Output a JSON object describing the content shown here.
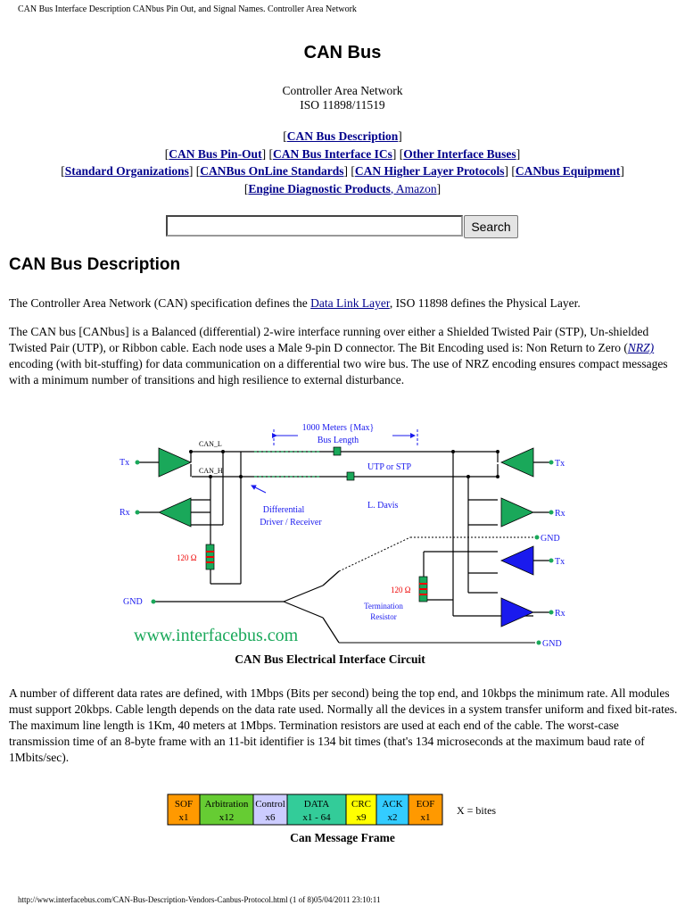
{
  "print_header": "CAN Bus Interface Description CANbus Pin Out, and Signal Names. Controller Area Network",
  "title": "CAN Bus",
  "subtitle_line1": "Controller Area Network",
  "subtitle_line2": "ISO 11898/11519",
  "nav": {
    "row1": [
      "CAN Bus Description"
    ],
    "row2": [
      "CAN Bus Pin-Out",
      "CAN Bus Interface ICs",
      "Other Interface Buses"
    ],
    "row3": [
      "Standard Organizations",
      "CANBus OnLine Standards",
      "CAN Higher Layer Protocols",
      "CANbus Equipment"
    ],
    "row4_bold": "Engine Diagnostic Products",
    "row4_plain": ", Amazon"
  },
  "search": {
    "value": "",
    "button": "Search"
  },
  "section_title": "CAN Bus Description",
  "para1": {
    "before": "The Controller Area Network (CAN) specification defines the ",
    "link": "Data Link Layer",
    "after": ", ISO 11898 defines the Physical Layer."
  },
  "para2": {
    "before": "The CAN bus [CANbus] is a Balanced (differential) 2-wire interface running over either a Shielded Twisted Pair (STP), Un-shielded Twisted Pair (UTP), or Ribbon cable. Each node uses a Male 9-pin D connector. The Bit Encoding used is: Non Return to Zero (",
    "link": "NRZ)",
    "after": " encoding (with bit-stuffing) for data communication on a differential two wire bus. The use of NRZ encoding ensures compact messages with a minimum number of transitions and high resilience to external disturbance."
  },
  "circuit": {
    "bus_length_label_1": "1000 Meters {Max}",
    "bus_length_label_2": "Bus Length",
    "can_l": "CAN_L",
    "can_h": "CAN_H",
    "cable": "UTP or STP",
    "diff_label_1": "Differential",
    "diff_label_2": "Driver / Receiver",
    "author": "L. Davis",
    "tx": "Tx",
    "rx": "Rx",
    "gnd": "GND",
    "resistor": "120 Ω",
    "term_1": "Termination",
    "term_2": "Resistor",
    "website": "www.interfacebus.com",
    "colors": {
      "green": "#1aa85a",
      "blue": "#1a1aee",
      "red": "#ee0000",
      "wire": "#000000"
    }
  },
  "caption1": "CAN Bus Electrical Interface Circuit",
  "para3": "A number of different data rates are defined, with 1Mbps (Bits per second) being the top end, and 10kbps the minimum rate. All modules must support 20kbps. Cable length depends on the data rate used. Normally all the devices in a system transfer uniform and fixed bit-rates. The maximum line length is 1Km, 40 meters at 1Mbps. Termination resistors are used at each end of the cable. The worst-case transmission time of an 8-byte frame with an 11-bit identifier is 134 bit times (that's 134 microseconds at the maximum baud rate of 1Mbits/sec).",
  "frame": {
    "fields": [
      {
        "name": "SOF",
        "size": "x1",
        "color": "#ff9900"
      },
      {
        "name": "Arbitration",
        "size": "x12",
        "color": "#66cc33"
      },
      {
        "name": "Control",
        "size": "x6",
        "color": "#ccccff"
      },
      {
        "name": "DATA",
        "size": "x1 - 64",
        "color": "#33cc99"
      },
      {
        "name": "CRC",
        "size": "x9",
        "color": "#ffff00"
      },
      {
        "name": "ACK",
        "size": "x2",
        "color": "#33ccff"
      },
      {
        "name": "EOF",
        "size": "x1",
        "color": "#ff9900"
      }
    ],
    "legend": "X = bites"
  },
  "caption2": "Can Message Frame",
  "print_footer": "http://www.interfacebus.com/CAN-Bus-Description-Vendors-Canbus-Protocol.html (1 of 8)05/04/2011 23:10:11"
}
